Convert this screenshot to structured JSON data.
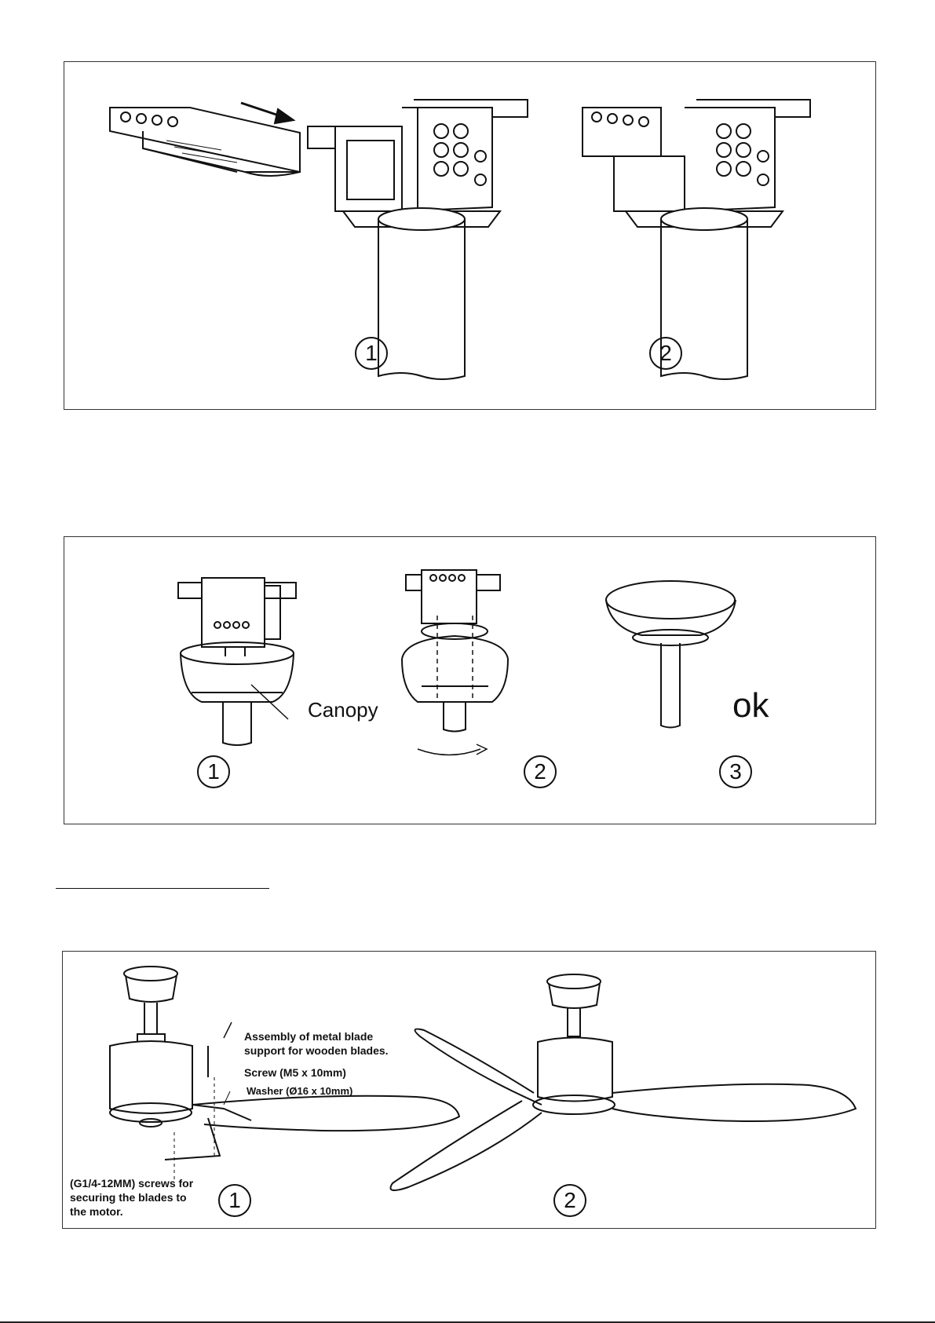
{
  "panel1": {
    "steps": [
      "1",
      "2"
    ]
  },
  "panel2": {
    "steps": [
      "1",
      "2",
      "3"
    ],
    "canopy_label": "Canopy",
    "ok_label": "ok"
  },
  "panel3": {
    "steps": [
      "1",
      "2"
    ],
    "annotations": {
      "assembly_line1": "Assembly of metal blade",
      "assembly_line2": "support for wooden blades.",
      "screw": "Screw (M5 x 10mm)",
      "washer": "Washer (Ø16 x 10mm)",
      "screws_line1": "(G1/4-12MM) screws for",
      "screws_line2": "securing the blades to",
      "screws_line3": "the motor."
    }
  },
  "icons": [
    "arrow-icon",
    "rotate-arrow-icon"
  ]
}
